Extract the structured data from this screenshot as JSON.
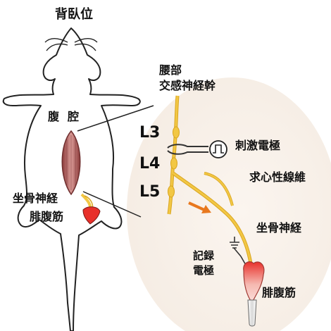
{
  "labels": {
    "title": "背臥位",
    "abdominal_cavity": "腹腔",
    "sciatic_nerve_left": "坐骨神経",
    "gastrocnemius_left": "腓腹筋",
    "lumbar_trunk_line1": "腰部",
    "lumbar_trunk_line2": "交感神経幹",
    "l3": "L3",
    "l4": "L4",
    "l5": "L5",
    "stimulating_electrode": "刺激電極",
    "afferent_fibers": "求心性線維",
    "sciatic_nerve_right": "坐骨神経",
    "recording_electrode_line1": "記録",
    "recording_electrode_line2": "電極",
    "gastrocnemius_right": "腓腹筋"
  },
  "colors": {
    "nerve": "#f2c744",
    "nerve_outline": "#d9a520",
    "muscle_red": "#e8302a",
    "abdomen_incision": "#b86a6a",
    "arrow_orange": "#e8781e",
    "zoom_bg": "#f8f1ea"
  }
}
